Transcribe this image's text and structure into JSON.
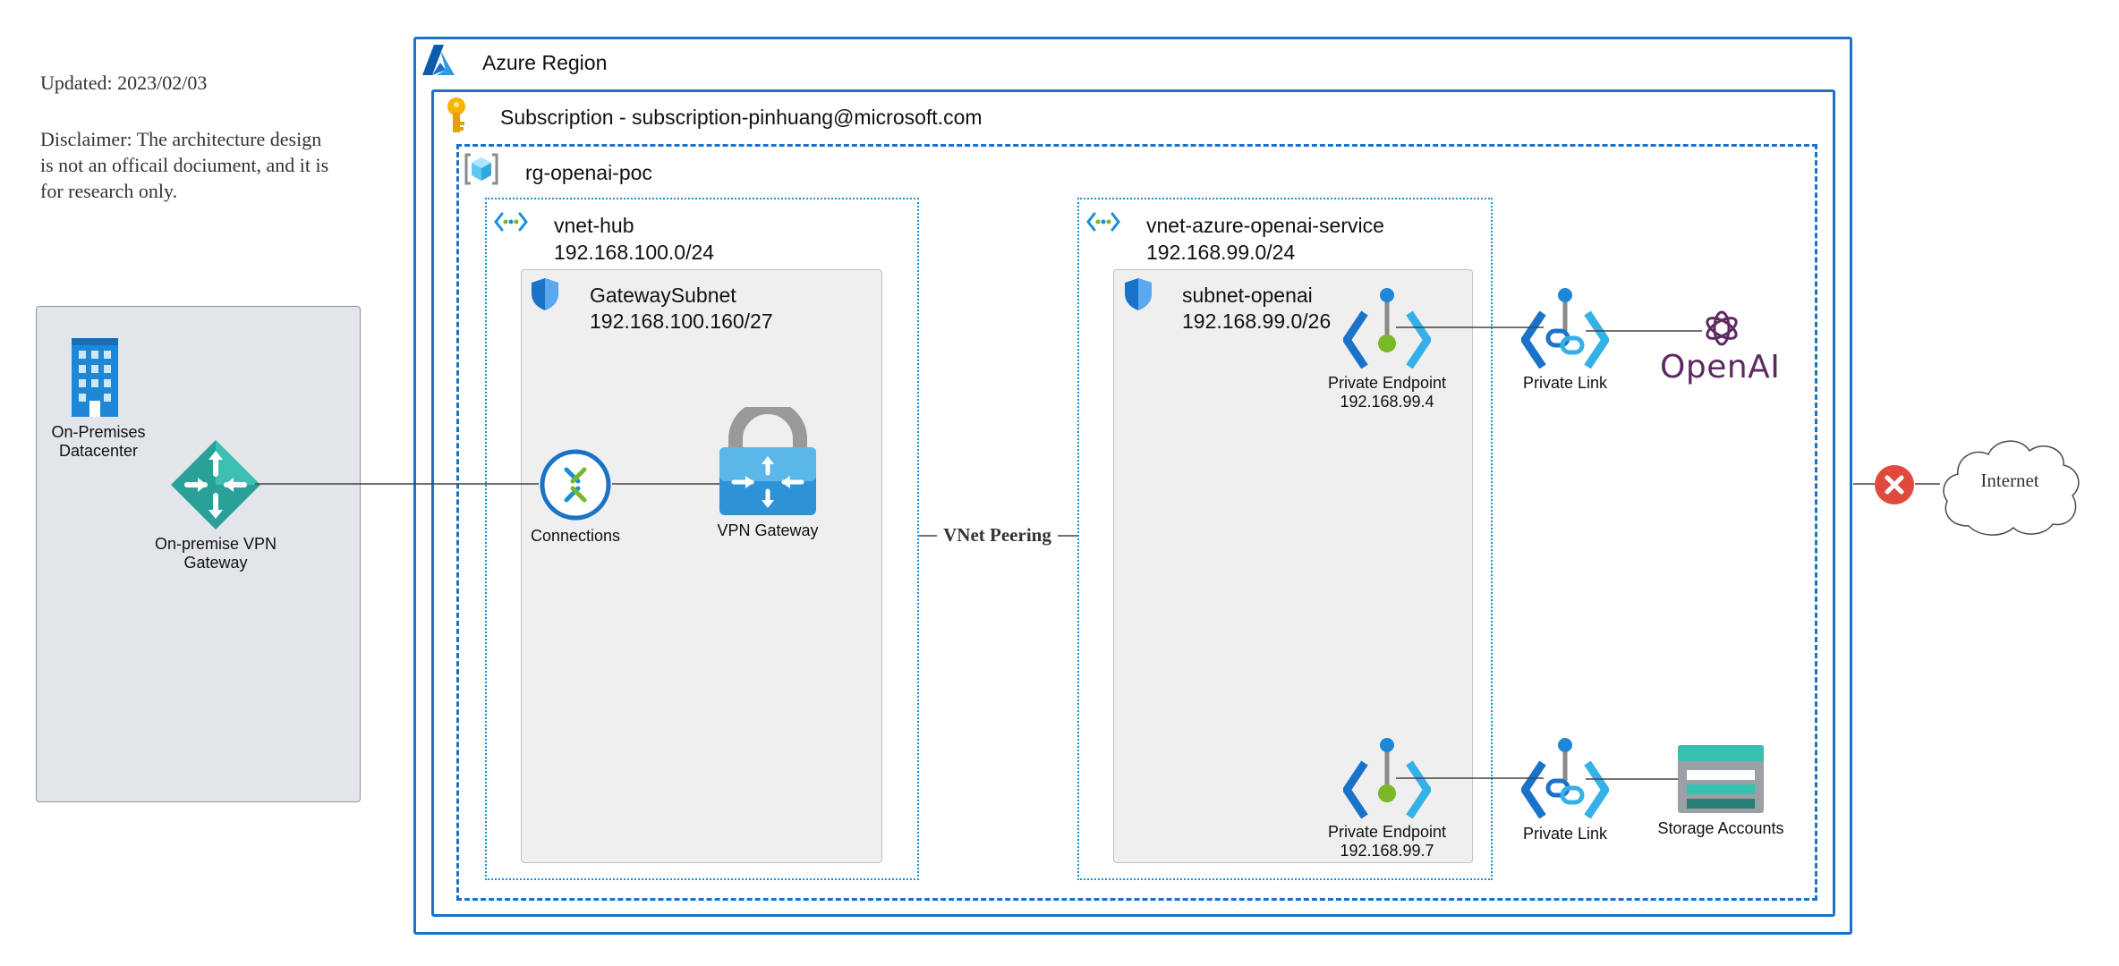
{
  "notes": {
    "updated": "Updated: 2023/02/03",
    "disclaimer_lines": [
      "Disclaimer: The architecture design",
      "is not an officail dociument, and it is",
      "for research only."
    ]
  },
  "onprem": {
    "datacenter_lines": [
      "On-Premises",
      "Datacenter"
    ],
    "vpn_gateway_lines": [
      "On-premise VPN",
      "Gateway"
    ]
  },
  "azure_region": {
    "title": "Azure Region"
  },
  "subscription": {
    "title": "Subscription - subscription-pinhuang@microsoft.com"
  },
  "resource_group": {
    "title": "rg-openai-poc"
  },
  "vnet_hub": {
    "name": "vnet-hub",
    "cidr": "192.168.100.0/24",
    "subnet": {
      "name": "GatewaySubnet",
      "cidr": "192.168.100.160/27"
    },
    "connections_label": "Connections",
    "vpn_gateway_label": "VPN Gateway"
  },
  "peering": {
    "label": "VNet Peering"
  },
  "vnet_service": {
    "name": "vnet-azure-openai-service",
    "cidr": "192.168.99.0/24",
    "subnet": {
      "name": "subnet-openai",
      "cidr": "192.168.99.0/26"
    },
    "endpoints": [
      {
        "label": "Private Endpoint",
        "ip": "192.168.99.4"
      },
      {
        "label": "Private Endpoint",
        "ip": "192.168.99.7"
      }
    ]
  },
  "private_links": [
    {
      "label": "Private Link"
    },
    {
      "label": "Private Link"
    }
  ],
  "services": {
    "openai": "OpenAI",
    "storage": "Storage Accounts"
  },
  "internet": {
    "label": "Internet"
  },
  "colors": {
    "azure_blue": "#1a73c8",
    "onprem_fill": "#e2e5ea",
    "subnet_fill": "#efefef",
    "openai_purple": "#5c2a61",
    "deny_red": "#e04a3d",
    "peering_text": "#333333"
  }
}
